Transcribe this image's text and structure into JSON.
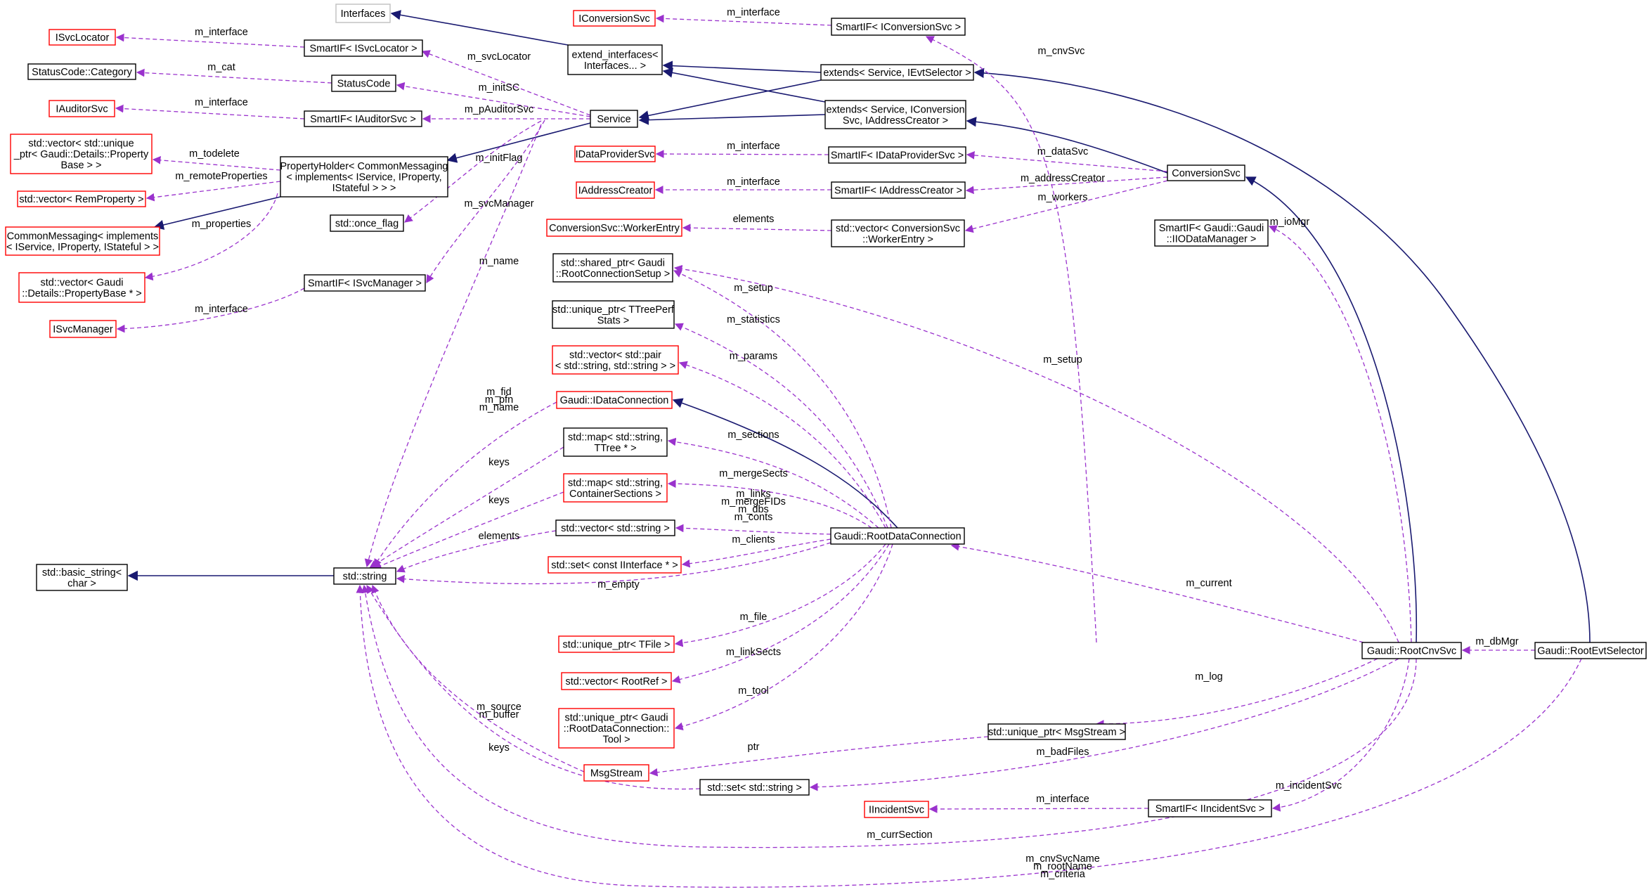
{
  "colors": {
    "normal_border": "#000000",
    "missing_border": "#ff0000",
    "external_border": "#bfbfbf",
    "highlight_fill": "#bfbfbf",
    "inherit_edge": "#191970",
    "usage_edge": "#9a32cd"
  },
  "nodes": {
    "interfaces": [
      "Interfaces"
    ],
    "iconversionsvc": [
      "IConversionSvc"
    ],
    "smartif_iconversionsvc": [
      "SmartIF< IConversionSvc >"
    ],
    "isvclocator": [
      "ISvcLocator"
    ],
    "smartif_isvclocator": [
      "SmartIF< ISvcLocator >"
    ],
    "extend_interfaces": [
      "extend_interfaces<",
      "Interfaces... >"
    ],
    "extends_ievtselector": [
      "extends< Service, IEvtSelector >"
    ],
    "statuscode_category": [
      "StatusCode::Category"
    ],
    "statuscode": [
      "StatusCode"
    ],
    "iauditorsvc": [
      "IAuditorSvc"
    ],
    "smartif_iauditorsvc": [
      "SmartIF< IAuditorSvc >"
    ],
    "service": [
      "Service"
    ],
    "extends_iconversion": [
      "extends< Service, IConversion",
      "Svc, IAddressCreator >"
    ],
    "vector_unique_property": [
      "std::vector< std::unique",
      "_ptr< Gaudi::Details::Property",
      "Base > >"
    ],
    "propertyholder": [
      "PropertyHolder< CommonMessaging",
      "< implements< IService, IProperty,",
      "IStateful > > >"
    ],
    "idataprovidersvc": [
      "IDataProviderSvc"
    ],
    "smartif_idataprovidersvc": [
      "SmartIF< IDataProviderSvc >"
    ],
    "conversionsvc": [
      "ConversionSvc"
    ],
    "vector_remproperty": [
      "std::vector< RemProperty >"
    ],
    "iaddresscreator": [
      "IAddressCreator"
    ],
    "smartif_iaddresscreator": [
      "SmartIF< IAddressCreator >"
    ],
    "commonmessaging": [
      "CommonMessaging< implements",
      "< IService, IProperty, IStateful > >"
    ],
    "once_flag": [
      "std::once_flag"
    ],
    "conversionsvc_workerentry": [
      "ConversionSvc::WorkerEntry"
    ],
    "vector_workerentry": [
      "std::vector< ConversionSvc",
      "::WorkerEntry >"
    ],
    "smartif_iiodatamanager": [
      "SmartIF< Gaudi::Gaudi",
      "::IIODataManager >"
    ],
    "vector_propertybase": [
      "std::vector< Gaudi",
      "::Details::PropertyBase * >"
    ],
    "smartif_isvcmanager": [
      "SmartIF< ISvcManager >"
    ],
    "shared_ptr_rootconnectionsetup": [
      "std::shared_ptr< Gaudi",
      "::RootConnectionSetup >"
    ],
    "isvcmanager": [
      "ISvcManager"
    ],
    "unique_ptr_ttreeperfstats": [
      "std::unique_ptr< TTreePerf",
      "Stats >"
    ],
    "vector_pair": [
      "std::vector< std::pair",
      "< std::string, std::string > >"
    ],
    "gaudi_idataconnection": [
      "Gaudi::IDataConnection"
    ],
    "map_ttree": [
      "std::map< std::string,",
      "TTree * >"
    ],
    "map_containersections": [
      "std::map< std::string,",
      "ContainerSections >"
    ],
    "vector_string": [
      "std::vector< std::string >"
    ],
    "gaudi_rootdataconnection": [
      "Gaudi::RootDataConnection"
    ],
    "basic_string": [
      "std::basic_string<",
      "char >"
    ],
    "std_string": [
      "std::string"
    ],
    "set_iinterface": [
      "std::set< const IInterface * >"
    ],
    "unique_ptr_tfile": [
      "std::unique_ptr< TFile >"
    ],
    "gaudi_rootcnvsvc": [
      "Gaudi::RootCnvSvc"
    ],
    "gaudi_rootevtselector": [
      "Gaudi::RootEvtSelector"
    ],
    "vector_rootref": [
      "std::vector< RootRef >"
    ],
    "unique_ptr_tool": [
      "std::unique_ptr< Gaudi",
      "::RootDataConnection::",
      "Tool >"
    ],
    "unique_ptr_msgstream": [
      "std::unique_ptr< MsgStream >"
    ],
    "msgstream": [
      "MsgStream"
    ],
    "set_string": [
      "std::set< std::string >"
    ],
    "iincidentsvc": [
      "IIncidentSvc"
    ],
    "smartif_iincidentsvc": [
      "SmartIF< IIncidentSvc >"
    ]
  },
  "edge_labels": {
    "iconversionsvc_interface": [
      "m_interface"
    ],
    "isvclocator_interface": [
      "m_interface"
    ],
    "cnvsvc": [
      "m_cnvSvc"
    ],
    "cat": [
      "m_cat"
    ],
    "svclocator": [
      "m_svcLocator"
    ],
    "initsc": [
      "m_initSC"
    ],
    "iauditorsvc_interface": [
      "m_interface"
    ],
    "pauditorsvc": [
      "m_pAuditorSvc"
    ],
    "todelete": [
      "m_todelete"
    ],
    "remoteproperties": [
      "m_remoteProperties"
    ],
    "initflag": [
      "m_initFlag"
    ],
    "idataprovidersvc_interface": [
      "m_interface"
    ],
    "datasvc": [
      "m_dataSvc"
    ],
    "iaddresscreator_interface": [
      "m_interface"
    ],
    "addresscreator": [
      "m_addressCreator"
    ],
    "elements_worker": [
      "elements"
    ],
    "workers": [
      "m_workers"
    ],
    "properties": [
      "m_properties"
    ],
    "svcmanager": [
      "m_svcManager"
    ],
    "iomgr": [
      "m_ioMgr"
    ],
    "isvcmanager_interface": [
      "m_interface"
    ],
    "name": [
      "m_name"
    ],
    "setup_conn": [
      "m_setup"
    ],
    "setup_cnv": [
      "m_setup"
    ],
    "statistics": [
      "m_statistics"
    ],
    "params": [
      "m_params"
    ],
    "fid": [
      "m_fid",
      "m_pfn",
      "m_name"
    ],
    "sections": [
      "m_sections"
    ],
    "keys_ttree": [
      "keys"
    ],
    "mergesects": [
      "m_mergeSects"
    ],
    "keys_container": [
      "keys"
    ],
    "links": [
      "m_links",
      "m_mergeFIDs",
      "m_dbs",
      "m_conts"
    ],
    "elements_string": [
      "elements"
    ],
    "clients": [
      "m_clients"
    ],
    "empty": [
      "m_empty"
    ],
    "current": [
      "m_current"
    ],
    "dbmgr": [
      "m_dbMgr"
    ],
    "file": [
      "m_file"
    ],
    "linksects": [
      "m_linkSects"
    ],
    "source": [
      "m_source",
      "m_buffer"
    ],
    "log": [
      "m_log"
    ],
    "tool": [
      "m_tool"
    ],
    "ptr": [
      "ptr"
    ],
    "badfiles": [
      "m_badFiles"
    ],
    "keys_set": [
      "keys"
    ],
    "incidentsvc": [
      "m_incidentSvc"
    ],
    "iincidentsvc_interface": [
      "m_interface"
    ],
    "currsection": [
      "m_currSection"
    ],
    "cnvsvcname": [
      "m_cnvSvcName",
      "m_rootName",
      "m_criteria"
    ]
  }
}
